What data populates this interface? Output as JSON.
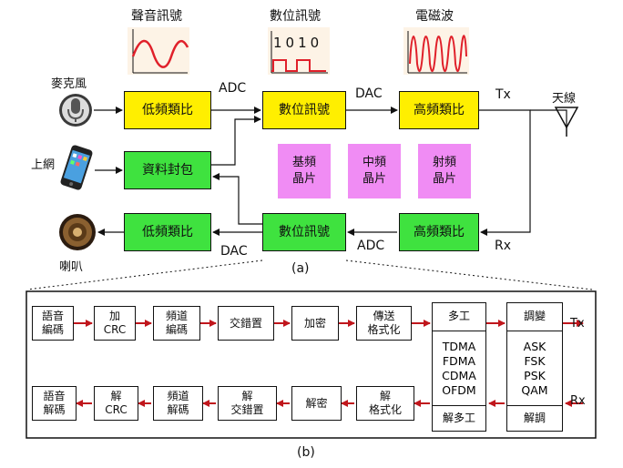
{
  "panel_a": {
    "signals": {
      "voice": "聲音訊號",
      "digital": "數位訊號",
      "digital_bits": "1010",
      "em_wave": "電磁波"
    },
    "devices": {
      "mic": "麥克風",
      "network": "上網",
      "speaker": "喇叭",
      "antenna": "天線"
    },
    "blocks": {
      "lowfreq_tx": "低頻類比",
      "digital_tx": "數位訊號",
      "highfreq_tx": "高頻類比",
      "data_packet": "資料封包",
      "lowfreq_rx": "低頻類比",
      "digital_rx": "數位訊號",
      "highfreq_rx": "高頻類比"
    },
    "chips": {
      "baseband": "基頻\n晶片",
      "if": "中頻\n晶片",
      "rf": "射頻\n晶片"
    },
    "arrows": {
      "adc_tx": "ADC",
      "dac_tx": "DAC",
      "tx": "Tx",
      "adc_rx": "ADC",
      "dac_rx": "DAC",
      "rx": "Rx"
    },
    "caption": "(a)"
  },
  "panel_b": {
    "tx_blocks": [
      "語音\n編碼",
      "加\nCRC",
      "頻道\n編碼",
      "交錯置",
      "加密",
      "傳送\n格式化"
    ],
    "rx_blocks": [
      "語音\n解碼",
      "解\nCRC",
      "頻道\n解碼",
      "解\n交錯置",
      "解密",
      "解\n格式化"
    ],
    "mux": {
      "top": "多工",
      "middle": "TDMA\nFDMA\nCDMA\nOFDM",
      "bottom": "解多工"
    },
    "mod": {
      "top": "調變",
      "middle": "ASK\nFSK\nPSK\nQAM",
      "bottom": "解調"
    },
    "tx_label": "Tx",
    "rx_label": "Rx",
    "caption": "(b)"
  },
  "colors": {
    "wire": "#111111",
    "arrow_red": "#c0161c",
    "wave": "#e0202a",
    "sig_bg": "#fdf3e6",
    "yellow": "#ffef00",
    "green": "#3fe23f",
    "pink": "#f08cf4"
  }
}
